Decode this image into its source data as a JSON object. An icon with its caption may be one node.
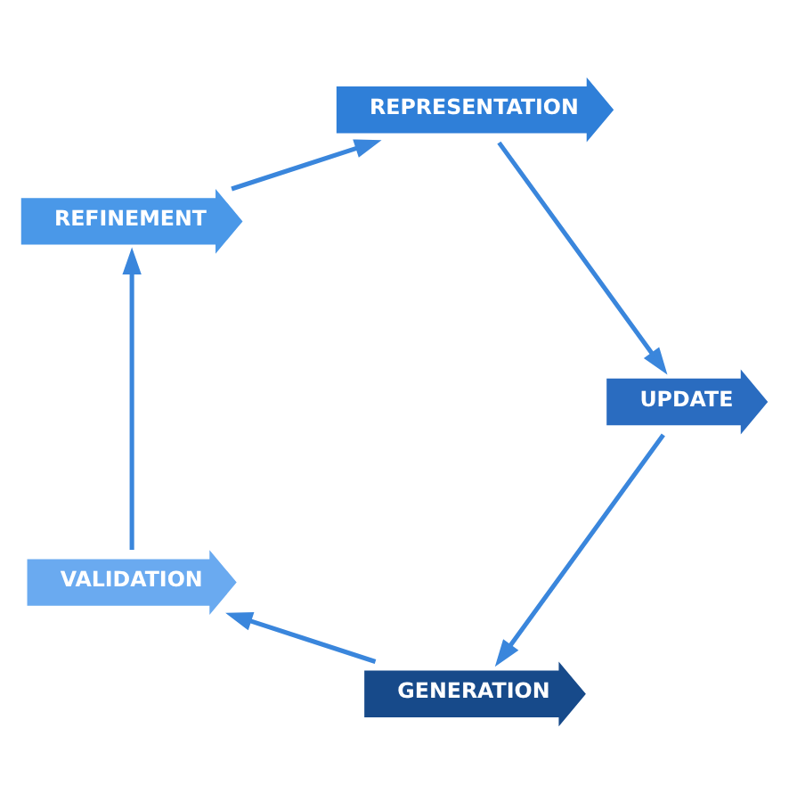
{
  "diagram": {
    "nodes": [
      {
        "text": [
          "GENERATION"
        ]
      },
      {
        "text": [
          "VALIDATION"
        ]
      },
      {
        "text": [
          "REFINEMENT"
        ]
      },
      {
        "text": [
          "REPRESENTATION"
        ]
      },
      {
        "text": [
          "UPDATE"
        ]
      }
    ],
    "edges": [
      {
        "from": 0,
        "to": 1,
        "arrow": "to"
      },
      {
        "from": 1,
        "to": 2,
        "arrow": "to"
      },
      {
        "from": 2,
        "to": 3,
        "arrow": "to"
      },
      {
        "from": 3,
        "to": 4,
        "arrow": "to"
      },
      {
        "from": 4,
        "to": 0,
        "arrow": "to"
      }
    ]
  }
}
